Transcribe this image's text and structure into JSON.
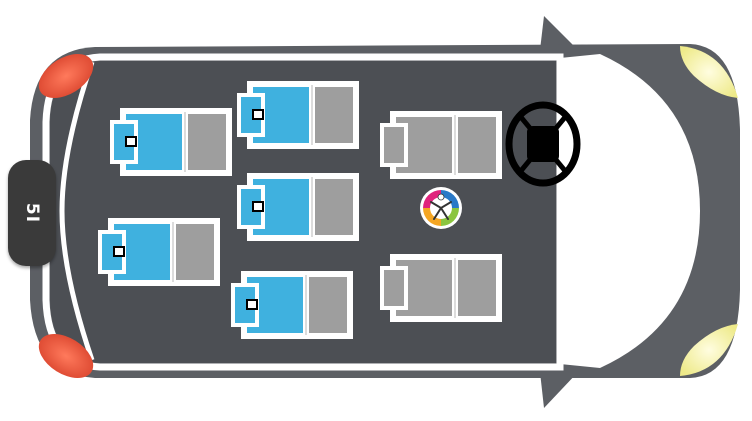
{
  "vehicle": {
    "plate_label": "5I",
    "colors": {
      "body": "#5c5f64",
      "interior": "#4c4f54",
      "outline": "#ffffff",
      "windshield": "#ffffff",
      "seat_occupied": "#3fb1df",
      "seat_empty": "#9e9e9e",
      "tail_light": "#e5533d",
      "head_light": "#f4f1a6",
      "steering_wheel": "#000000"
    }
  },
  "seats": [
    {
      "id": "row3-left",
      "status": "occupied"
    },
    {
      "id": "row3-right",
      "status": "occupied"
    },
    {
      "id": "row2-left",
      "status": "occupied"
    },
    {
      "id": "row2-middle",
      "status": "occupied"
    },
    {
      "id": "row2-right",
      "status": "occupied"
    },
    {
      "id": "front-left",
      "status": "empty"
    },
    {
      "id": "front-right",
      "status": "empty"
    }
  ],
  "icons": {
    "steering": "steering-wheel-icon",
    "accessibility": "accessibility-logo-icon"
  }
}
